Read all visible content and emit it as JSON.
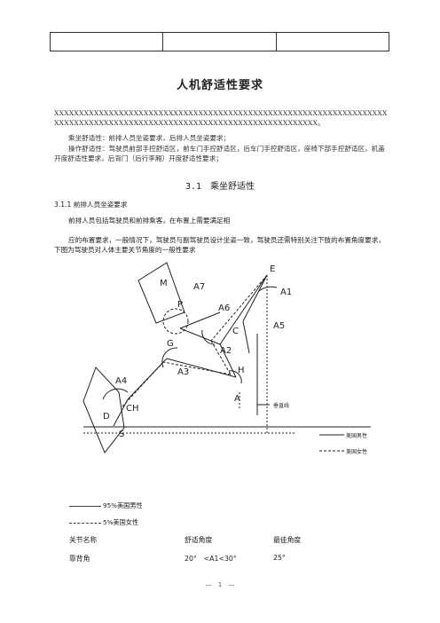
{
  "doc": {
    "title": "人机舒适性要求",
    "xx_line": "XXXXXXXXXXXXXXXXXXXXXXXXXXXXXXXXXXXXXXXXXXXXXXXXXXXXXXXXXXXXXXXXXXXXXXXXXXXXXXXXXXXXXXXXXXXXXXXXXXXXXXXXXXXXXXXXXXXXXXXX。",
    "para_ride": "乘坐舒适性：前排人员坐姿要求，后排人员坐姿要求；",
    "para_operate": "操作舒适性：驾驶员前部手控舒适区，前车门手控舒适区，后车门手控舒适区，座椅下部手控舒适区，机盖开度舒适性要求，后背门（后行李厢）开度舒适性要求；",
    "section_title": "3.1　乘坐舒适性",
    "sub_title": "3.1.1 前排人员坐姿要求",
    "sub_line1": "前排人员包括驾驶员和前排乘客，在布置上需要满足相",
    "sub_line2": "应的布置要求，一般情况下，驾驶员与副驾驶员设计坐姿一致，驾驶员还需特别关注下肢的布置角度要求，下图为驾驶员对人体主要关节角度的一般性要求",
    "legend_male": "95%美国男性",
    "legend_female": "5%美国女性",
    "table_header": [
      "关节名称",
      "舒适角度",
      "最佳角度"
    ],
    "table_row1": [
      "靠背角",
      "20°　<A1<30°",
      "25°"
    ],
    "page_number": "—　1　—"
  },
  "diagram": {
    "labels": {
      "E": "E",
      "A1": "A1",
      "M": "M",
      "A7": "A7",
      "P": "P",
      "A6": "A6",
      "C": "C",
      "A5": "A5",
      "G": "G",
      "A2": "A2",
      "H": "H",
      "A3": "A3",
      "A4": "A4",
      "CH": "CH",
      "D": "D",
      "S": "S",
      "A": "A"
    },
    "vertical_label": "垂直线",
    "legend_male": "美国男性",
    "legend_female": "美国女性"
  }
}
